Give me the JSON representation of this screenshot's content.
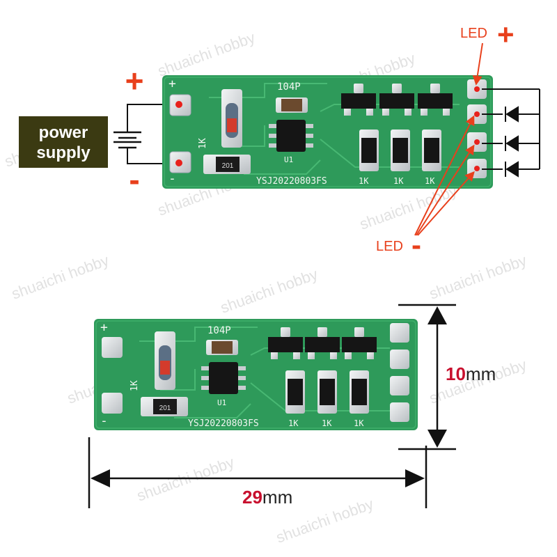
{
  "watermark": "shuaichi hobby",
  "labels": {
    "power_supply_line1": "power",
    "power_supply_line2": "supply",
    "plus": "+",
    "minus": "-",
    "led_plus": "LED",
    "led_minus": "LED"
  },
  "pcb": {
    "cap_label": "104P",
    "board_id": "YSJ20220803FS",
    "resistor_value_label": "1K",
    "chip_label": "U1",
    "side_resistor_label": "1K",
    "resistor_code": "201",
    "plus_mark": "+",
    "minus_mark": "-"
  },
  "dimensions": {
    "height_value": "10",
    "width_value": "29",
    "unit": "mm"
  },
  "colors": {
    "pcb_green": "#2e9a5a",
    "pad_silver": "#d9dde0",
    "accent_red": "#e8401c",
    "supply_box": "#3b3a12",
    "dimension_red": "#c8102e"
  }
}
